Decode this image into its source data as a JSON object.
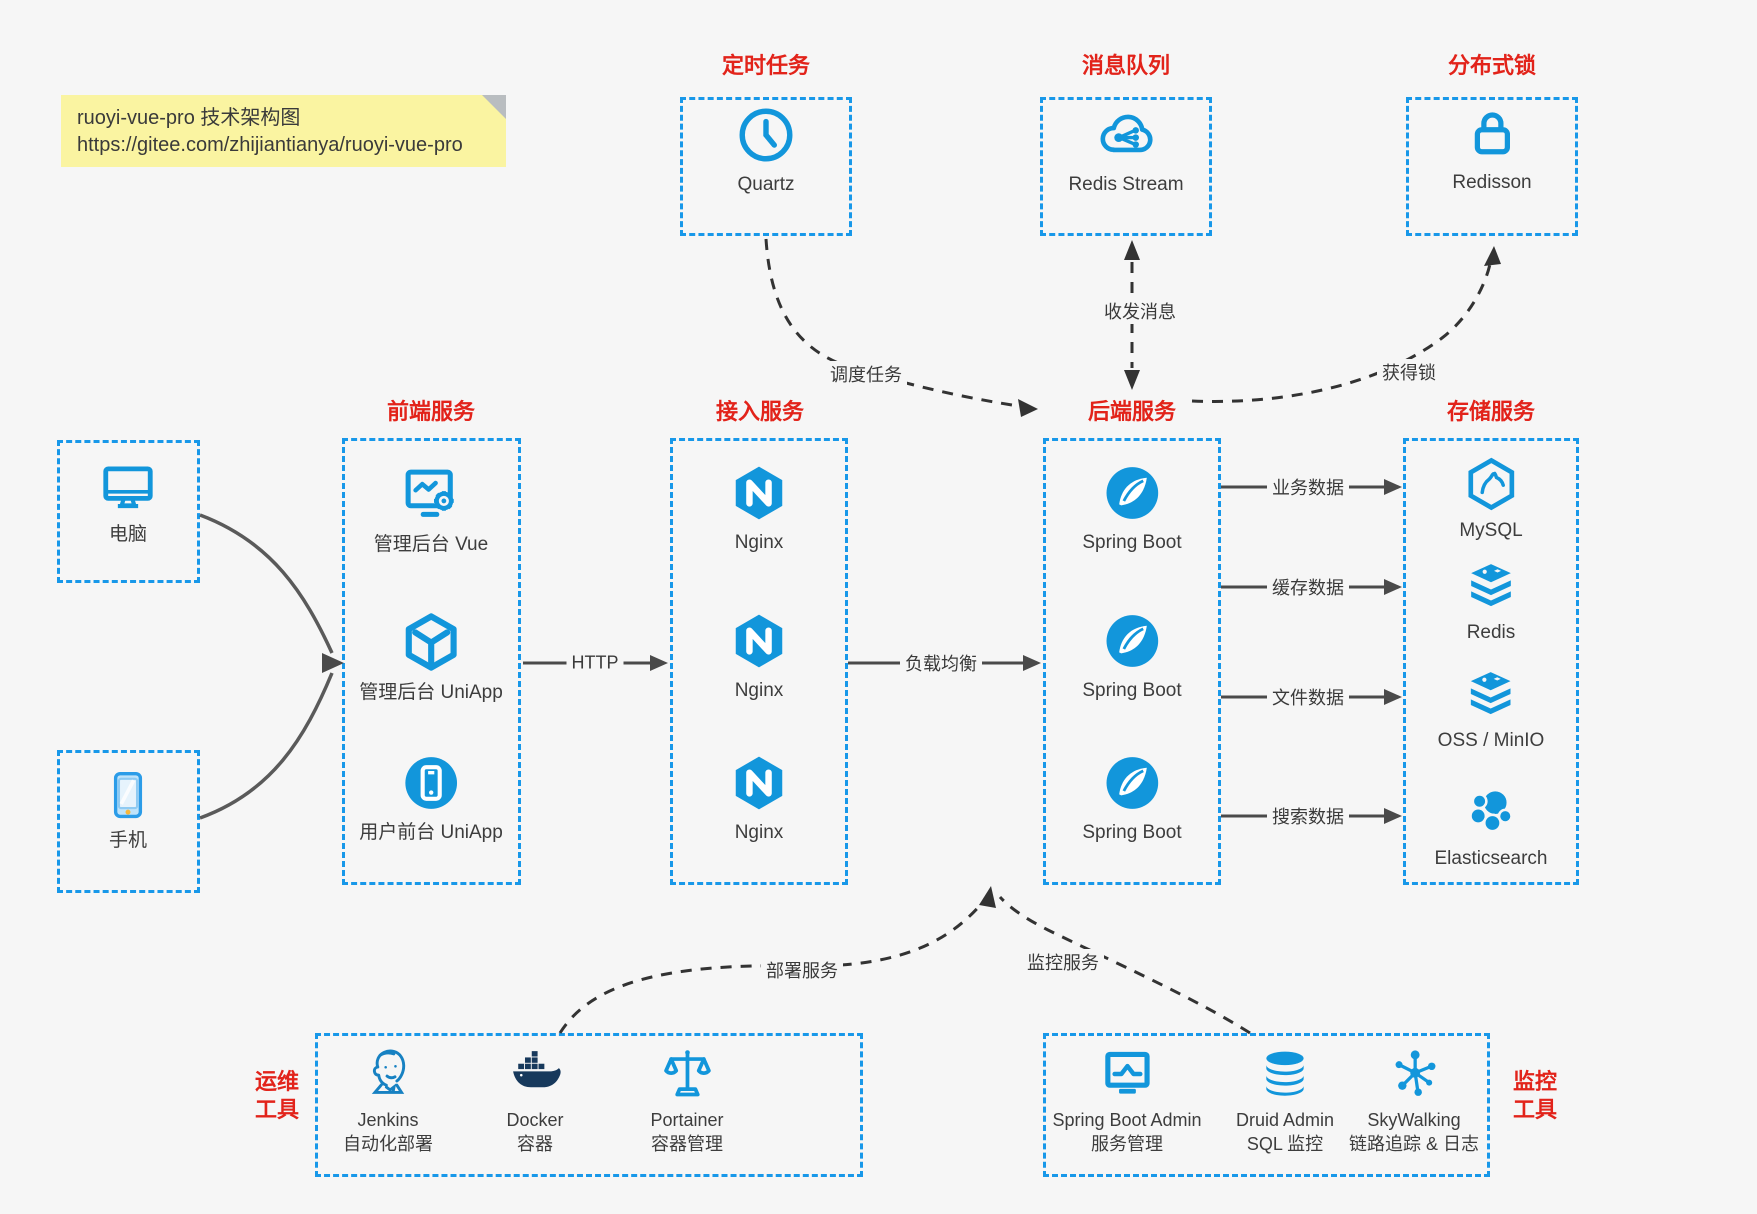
{
  "note": {
    "title": "ruoyi-vue-pro 技术架构图",
    "url": "https://gitee.com/zhijiantianya/ruoyi-vue-pro"
  },
  "colors": {
    "accent_blue": "#1296db",
    "border_blue": "#1898e9",
    "title_red": "#e2231a",
    "arrow_gray": "#4a4a4a",
    "note_yellow": "#faf4a1"
  },
  "scheduler": {
    "title": "定时任务",
    "label": "Quartz",
    "icon": "clock-icon"
  },
  "mq": {
    "title": "消息队列",
    "label": "Redis Stream",
    "icon": "cloud-stream-icon"
  },
  "lock": {
    "title": "分布式锁",
    "label": "Redisson",
    "icon": "lock-icon"
  },
  "clients": {
    "computer": {
      "label": "电脑",
      "icon": "desktop-icon"
    },
    "phone": {
      "label": "手机",
      "icon": "phone-icon"
    }
  },
  "frontend": {
    "title": "前端服务",
    "items": [
      {
        "label": "管理后台 Vue",
        "icon": "admin-vue-icon"
      },
      {
        "label": "管理后台 UniApp",
        "icon": "cube-icon"
      },
      {
        "label": "用户前台 UniApp",
        "icon": "mobile-app-icon"
      }
    ]
  },
  "gateway": {
    "title": "接入服务",
    "items": [
      {
        "label": "Nginx",
        "icon": "nginx-icon"
      },
      {
        "label": "Nginx",
        "icon": "nginx-icon"
      },
      {
        "label": "Nginx",
        "icon": "nginx-icon"
      }
    ]
  },
  "backend": {
    "title": "后端服务",
    "items": [
      {
        "label": "Spring Boot",
        "icon": "spring-boot-icon"
      },
      {
        "label": "Spring Boot",
        "icon": "spring-boot-icon"
      },
      {
        "label": "Spring Boot",
        "icon": "spring-boot-icon"
      }
    ]
  },
  "storage": {
    "title": "存储服务",
    "items": [
      {
        "label": "MySQL",
        "icon": "mysql-icon"
      },
      {
        "label": "Redis",
        "icon": "redis-stack-icon"
      },
      {
        "label": "OSS / MinIO",
        "icon": "oss-stack-icon"
      },
      {
        "label": "Elasticsearch",
        "icon": "elasticsearch-icon"
      }
    ]
  },
  "edges": {
    "http": "HTTP",
    "load_balance": "负载均衡",
    "business_data": "业务数据",
    "cache_data": "缓存数据",
    "file_data": "文件数据",
    "search_data": "搜索数据",
    "schedule": "调度任务",
    "messages": "收发消息",
    "acquire_lock": "获得锁",
    "deploy": "部署服务",
    "monitor": "监控服务"
  },
  "ops": {
    "title_lines": [
      "运维",
      "工具"
    ],
    "items": [
      {
        "name": "Jenkins",
        "desc": "自动化部署",
        "icon": "jenkins-icon"
      },
      {
        "name": "Docker",
        "desc": "容器",
        "icon": "docker-icon"
      },
      {
        "name": "Portainer",
        "desc": "容器管理",
        "icon": "portainer-icon"
      }
    ]
  },
  "monitoring": {
    "title_lines": [
      "监控",
      "工具"
    ],
    "items": [
      {
        "name": "Spring Boot Admin",
        "desc": "服务管理",
        "icon": "spring-boot-admin-icon"
      },
      {
        "name": "Druid Admin",
        "desc": "SQL 监控",
        "icon": "druid-database-icon"
      },
      {
        "name": "SkyWalking",
        "desc": "链路追踪 & 日志",
        "icon": "skywalking-icon"
      }
    ]
  }
}
